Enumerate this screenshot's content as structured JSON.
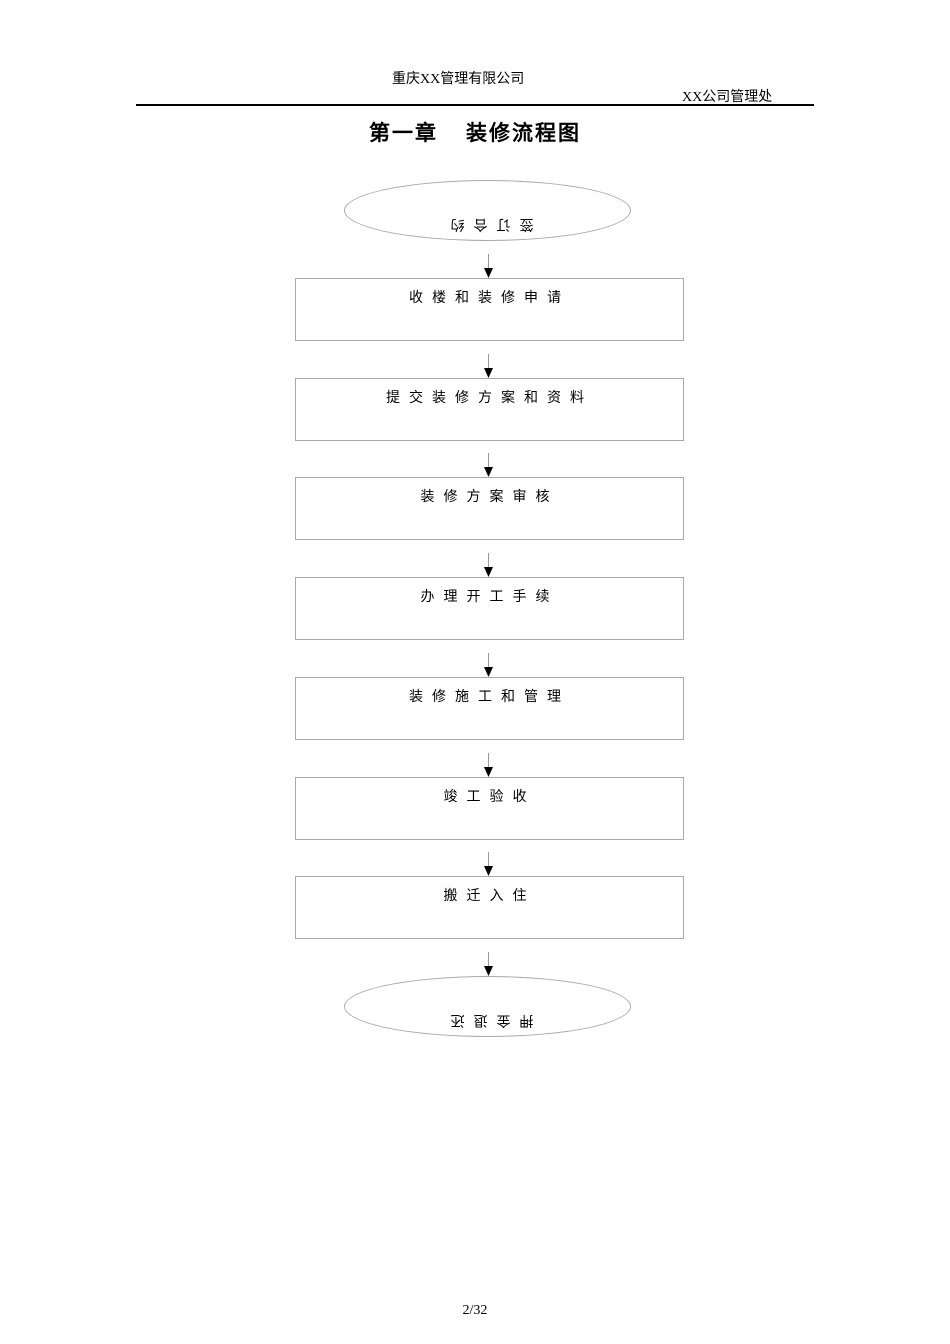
{
  "header": {
    "company": "重庆XX管理有限公司",
    "department": "XX公司管理处"
  },
  "title": {
    "chapter": "第一章",
    "name": "装修流程图"
  },
  "flow": {
    "start": "签订合约",
    "steps": [
      "收楼和装修申请",
      "提交装修方案和资料",
      "装修方案审核",
      "办理开工手续",
      "装修施工和管理",
      "竣工验收",
      "搬迁入住"
    ],
    "end": "押金退还"
  },
  "footer": {
    "page": "2/32"
  }
}
